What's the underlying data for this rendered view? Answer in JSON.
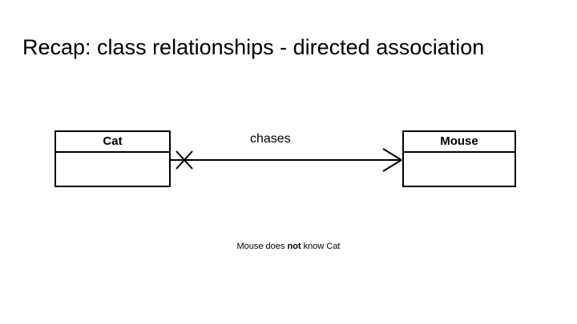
{
  "slide": {
    "title": "Recap: class relationships - directed association",
    "background_color": "#ffffff",
    "stroke_color": "#000000"
  },
  "diagram": {
    "type": "uml-class-diagram",
    "relationship": "directed association",
    "classes": [
      {
        "id": "cat",
        "name": "Cat",
        "attributes": [],
        "operations": []
      },
      {
        "id": "mouse",
        "name": "Mouse",
        "attributes": [],
        "operations": []
      }
    ],
    "association": {
      "label": "chases",
      "source": "Cat",
      "target": "Mouse",
      "source_arrow": "cross",
      "target_arrow": "open-arrow",
      "navigable": "Cat to Mouse only"
    }
  },
  "caption": {
    "prefix": "Mouse does ",
    "emphasis": "not",
    "suffix": " know Cat"
  }
}
